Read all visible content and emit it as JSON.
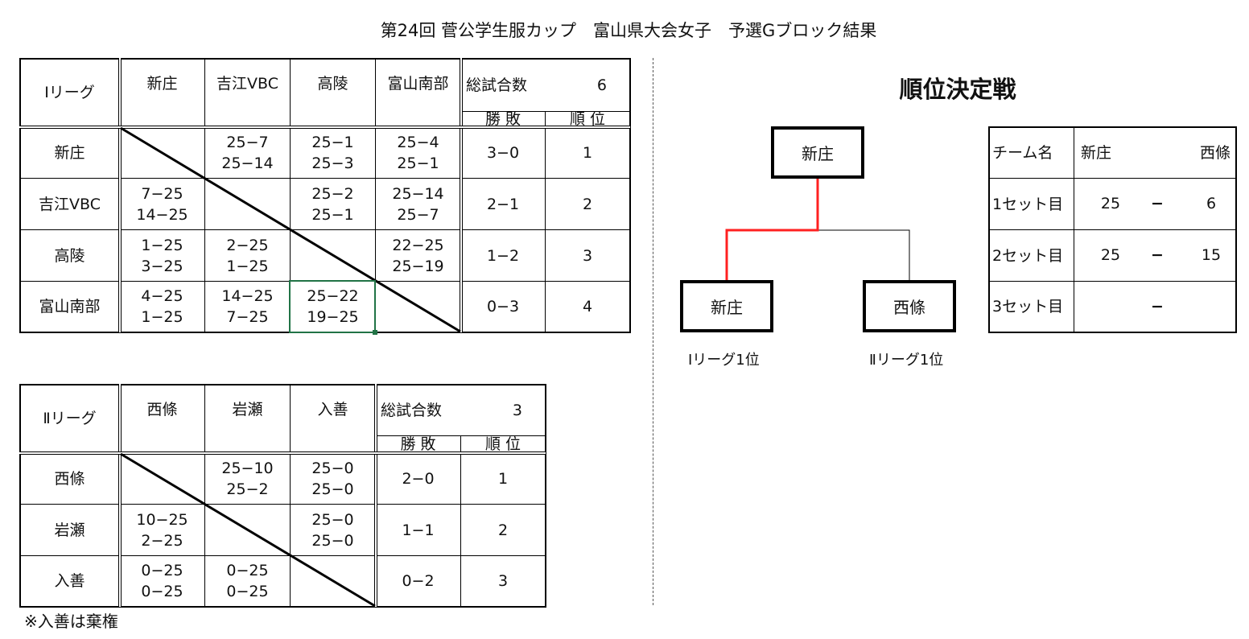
{
  "title": "第24回 菅公学生服カップ　富山県大会女子　予選Gブロック結果",
  "league1": {
    "name": "Ⅰリーグ",
    "teams": [
      "新庄",
      "吉江VBC",
      "高陵",
      "富山南部"
    ],
    "total_label": "総試合数",
    "total_value": "6",
    "win_loss_label": "勝 敗",
    "rank_label": "順 位",
    "results": [
      [
        null,
        [
          "25−7",
          "25−14"
        ],
        [
          "25−1",
          "25−3"
        ],
        [
          "25−4",
          "25−1"
        ]
      ],
      [
        [
          "7−25",
          "14−25"
        ],
        null,
        [
          "25−2",
          "25−1"
        ],
        [
          "25−14",
          "25−7"
        ]
      ],
      [
        [
          "1−25",
          "3−25"
        ],
        [
          "2−25",
          "1−25"
        ],
        null,
        [
          "22−25",
          "25−19"
        ]
      ],
      [
        [
          "4−25",
          "1−25"
        ],
        [
          "14−25",
          "7−25"
        ],
        [
          "25−22",
          "19−25"
        ],
        null
      ]
    ],
    "records": [
      "3−0",
      "2−1",
      "1−2",
      "0−3"
    ],
    "ranks": [
      "1",
      "2",
      "3",
      "4"
    ]
  },
  "league2": {
    "name": "Ⅱリーグ",
    "teams": [
      "西條",
      "岩瀬",
      "入善"
    ],
    "total_label": "総試合数",
    "total_value": "3",
    "win_loss_label": "勝 敗",
    "rank_label": "順 位",
    "results": [
      [
        null,
        [
          "25−10",
          "25−2"
        ],
        [
          "25−0",
          "25−0"
        ]
      ],
      [
        [
          "10−25",
          "2−25"
        ],
        null,
        [
          "25−0",
          "25−0"
        ]
      ],
      [
        [
          "0−25",
          "0−25"
        ],
        [
          "0−25",
          "0−25"
        ],
        null
      ]
    ],
    "records": [
      "2−0",
      "1−1",
      "0−2"
    ],
    "ranks": [
      "1",
      "2",
      "3"
    ]
  },
  "note": "※入善は棄権",
  "final": {
    "title": "順位決定戦",
    "winner": "新庄",
    "left_team": "新庄",
    "right_team": "西條",
    "left_caption": "Ⅰリーグ1位",
    "right_caption": "Ⅱリーグ1位",
    "winner_line_color": "#ff2020",
    "table": {
      "header_label": "チーム名",
      "team_a": "新庄",
      "team_b": "西條",
      "sets": [
        {
          "label": "1セット目",
          "a": "25",
          "dash": "−",
          "b": "6"
        },
        {
          "label": "2セット目",
          "a": "25",
          "dash": "−",
          "b": "15"
        },
        {
          "label": "3セット目",
          "a": "",
          "dash": "−",
          "b": ""
        }
      ]
    }
  }
}
